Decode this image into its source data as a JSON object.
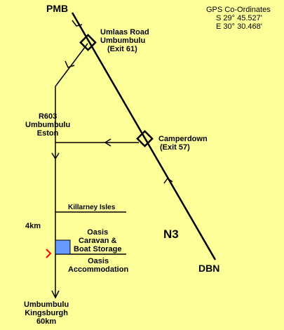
{
  "labels": {
    "pmb": "PMB",
    "dbn": "DBN",
    "n3": "N3",
    "umlaas_line1": "Umlaas Road",
    "umlaas_line2": "Umbumbulu",
    "umlaas_line3": "(Exit 61)",
    "camperdown_line1": "Camperdown",
    "camperdown_line2": "(Exit 57)",
    "r603_line1": "R603",
    "r603_line2": "Umbumbulu",
    "r603_line3": "Eston",
    "killarney": "Killarney Isles",
    "distance_4km": "4km",
    "oasis_line1": "Oasis",
    "oasis_line2": "Caravan &",
    "oasis_line3": "Boat Storage",
    "oasis_accom_line1": "Oasis",
    "oasis_accom_line2": "Accommodation",
    "bottom_line1": "Umbumbulu",
    "bottom_line2": "Kingsburgh",
    "bottom_line3": "60km"
  },
  "gps": {
    "title": "GPS Co-Ordinates",
    "south": "S 29° 45.527'",
    "east": "E 30° 30.468'"
  },
  "colors": {
    "background": "#ffff99",
    "road": "#000000",
    "marker_fill": "#6699ff",
    "pointer": "#ff0000"
  }
}
